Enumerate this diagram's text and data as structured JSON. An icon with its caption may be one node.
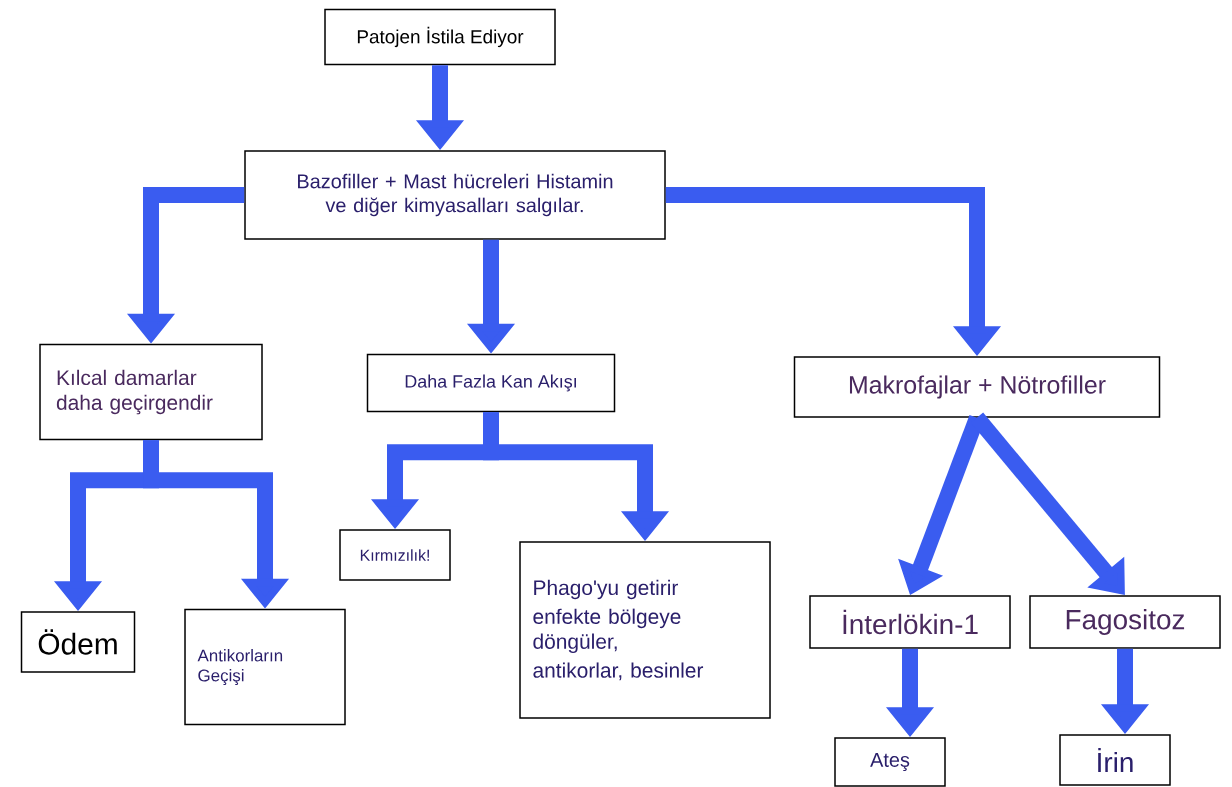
{
  "diagram": {
    "nodes": [
      {
        "text": [
          "Patojen İstila Ediyor"
        ]
      },
      {
        "text": [
          "Bazofiller + Mast hücreleri Histamin ve diğer kimyasalları salgılar."
        ]
      },
      {
        "text": [
          "Kılcal damarlar daha geçirgendir"
        ]
      },
      {
        "text": [
          "Daha Fazla Kan Akışı"
        ]
      },
      {
        "text": [
          "Makrofajlar + Nötrofiller"
        ]
      },
      {
        "text": [
          "Ödem"
        ]
      },
      {
        "text": [
          "Antikorların Geçişi"
        ]
      },
      {
        "text": [
          "Kırmızılık!"
        ]
      },
      {
        "text": [
          "Phago'yu getirir",
          "enfekte bölgeye döngüler,",
          "antikorlar, besinler"
        ]
      },
      {
        "text": [
          "İnterlökin-1"
        ]
      },
      {
        "text": [
          "Fagositoz"
        ]
      },
      {
        "text": [
          "Ateş"
        ]
      },
      {
        "text": [
          "İrin"
        ]
      }
    ],
    "edges": [
      {
        "from": 0,
        "to": 1,
        "arrow": "to"
      },
      {
        "from": 1,
        "to": 2,
        "arrow": "to"
      },
      {
        "from": 1,
        "to": 3,
        "arrow": "to"
      },
      {
        "from": 1,
        "to": 4,
        "arrow": "to"
      },
      {
        "from": 2,
        "to": 5,
        "arrow": "to"
      },
      {
        "from": 2,
        "to": 6,
        "arrow": "to"
      },
      {
        "from": 3,
        "to": 7,
        "arrow": "to"
      },
      {
        "from": 3,
        "to": 8,
        "arrow": "to"
      },
      {
        "from": 4,
        "to": 9,
        "arrow": "to"
      },
      {
        "from": 4,
        "to": 10,
        "arrow": "to"
      },
      {
        "from": 9,
        "to": 11,
        "arrow": "to"
      },
      {
        "from": 10,
        "to": 12,
        "arrow": "to"
      }
    ]
  }
}
